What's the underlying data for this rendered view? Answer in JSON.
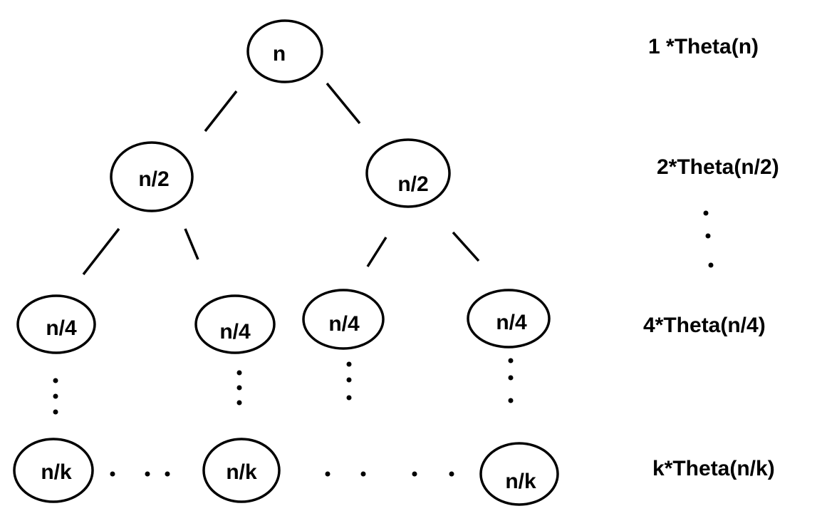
{
  "diagram": {
    "nodes": {
      "root": "n",
      "l1_left": "n/2",
      "l1_right": "n/2",
      "l2_a": "n/4",
      "l2_b": "n/4",
      "l2_c": "n/4",
      "l2_d": "n/4",
      "leaf_a": "n/k",
      "leaf_b": "n/k",
      "leaf_c": "n/k"
    },
    "level_labels": {
      "level0": "1 *Theta(n)",
      "level1": "2*Theta(n/2)",
      "level2": "4*Theta(n/4)",
      "level_k": "k*Theta(n/k)"
    },
    "colors": {
      "stroke": "#000000",
      "background": "#ffffff"
    }
  }
}
